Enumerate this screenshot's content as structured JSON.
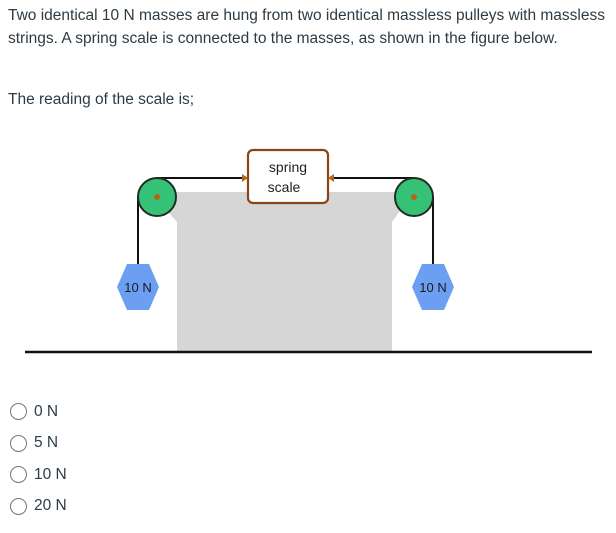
{
  "question": {
    "text": "Two identical 10 N masses are hung from two identical massless pulleys with massless strings.  A spring scale is connected to the masses, as shown in the figure below.",
    "prompt": "The reading of the scale is;"
  },
  "figure": {
    "scale_label_line1": "spring",
    "scale_label_line2": "scale",
    "left_mass_label": "10 N",
    "right_mass_label": "10 N",
    "colors": {
      "pulley": "#36c276",
      "mass": "#6c9ef2",
      "table": "#d6d6d6",
      "scale_border": "#8b4513",
      "string": "#111111"
    }
  },
  "options": [
    {
      "label": "0 N"
    },
    {
      "label": "5 N"
    },
    {
      "label": "10 N"
    },
    {
      "label": "20 N"
    }
  ]
}
